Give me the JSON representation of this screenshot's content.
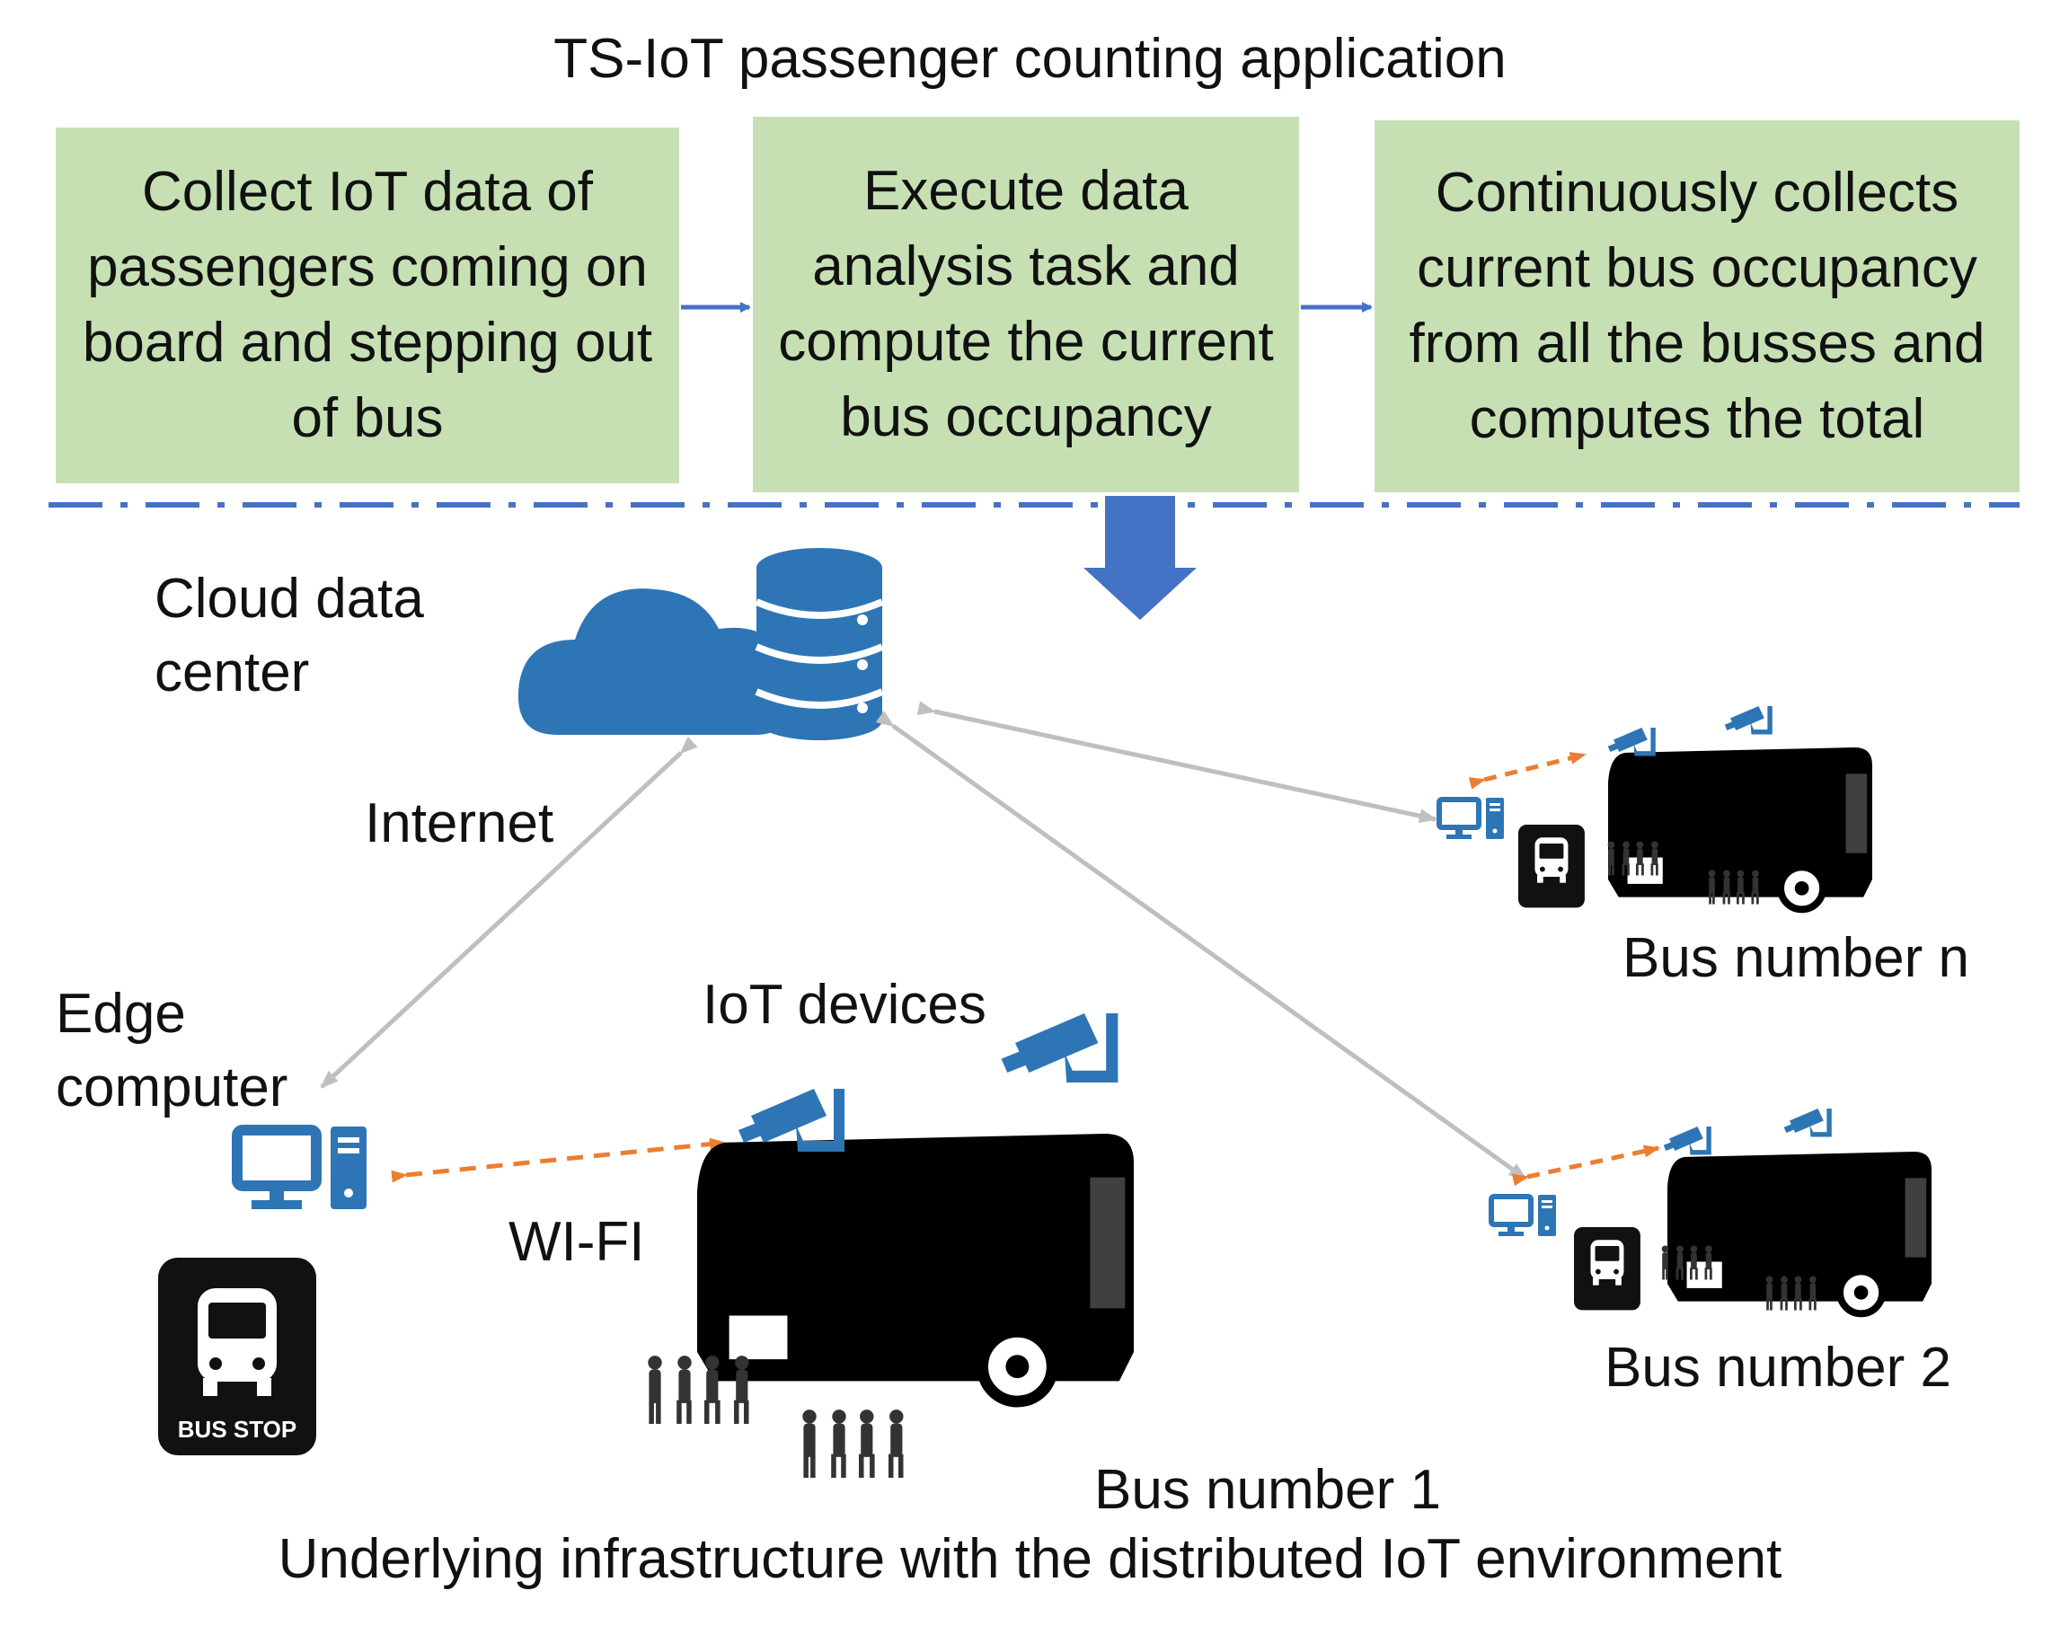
{
  "title": "TS-IoT passenger counting application",
  "steps": [
    {
      "text": "Collect IoT data of passengers coming on board and stepping out of bus"
    },
    {
      "text": "Execute data analysis task and compute the current bus occupancy"
    },
    {
      "text": "Continuously collects current bus occupancy from all the busses and computes the total"
    }
  ],
  "labels": {
    "cloud": "Cloud data center",
    "internet": "Internet",
    "edge": "Edge computer",
    "iot_devices": "IoT devices",
    "wifi": "WI-FI",
    "bus1": "Bus number 1",
    "bus2": "Bus number 2",
    "busn": "Bus number n",
    "bus_stop": "BUS STOP"
  },
  "caption": "Underlying infrastructure with the distributed IoT environment",
  "colors": {
    "box_fill": "#c6e0b4",
    "accent_blue": "#2e75b6",
    "arrow_blue": "#4472c4",
    "wifi_orange": "#ed7d31",
    "link_gray": "#bfbfbf"
  }
}
